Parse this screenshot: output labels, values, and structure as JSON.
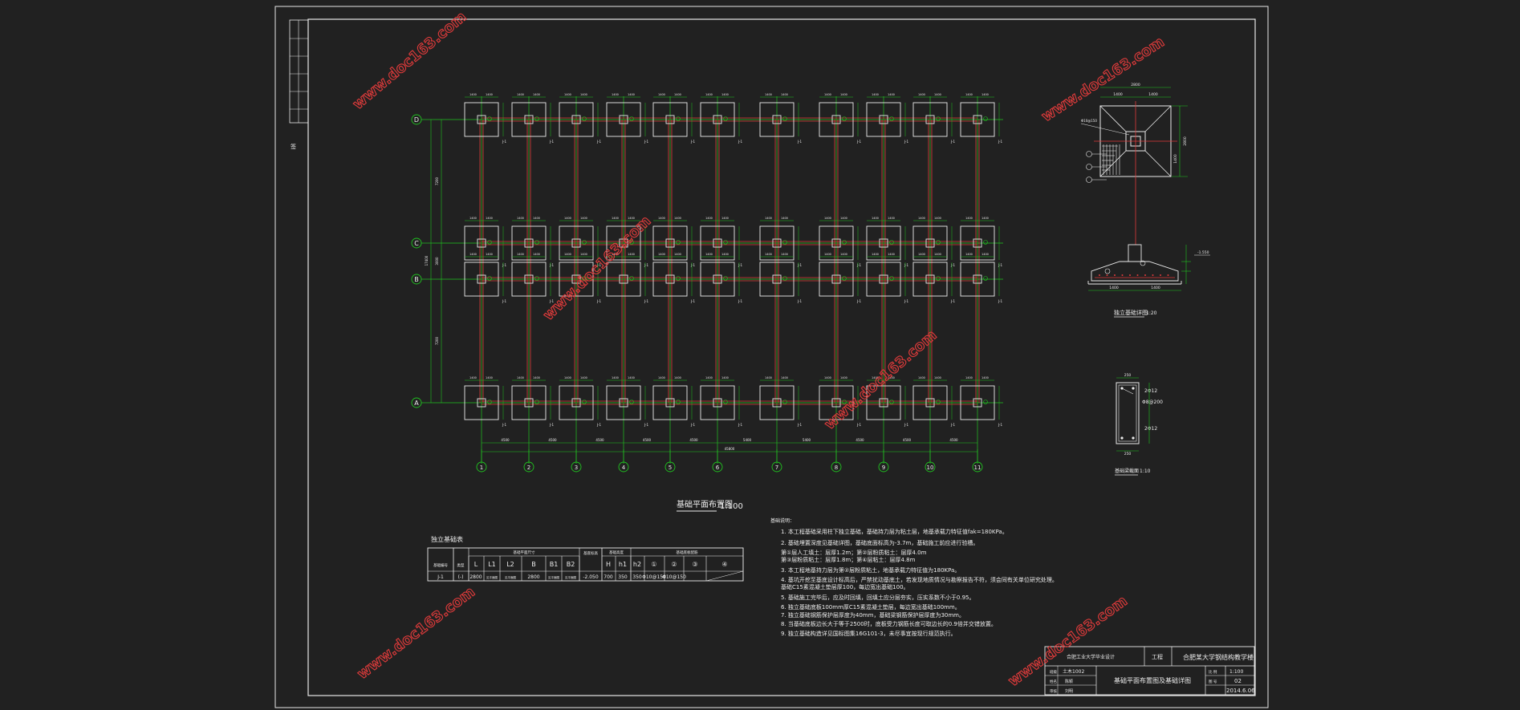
{
  "colors": {
    "background": "#212121",
    "frame": "#e8e8e8",
    "axis": "#21c321",
    "red": "#e03b3b",
    "white": "#ececec",
    "watermark": "#e03b3b"
  },
  "watermark": {
    "text": "www.doc163.com"
  },
  "plan": {
    "title": "基础平面布置图",
    "scale": "1:100",
    "footing_label": "J-1",
    "column_axes": [
      "1",
      "2",
      "3",
      "4",
      "5",
      "6",
      "7",
      "8",
      "9",
      "10",
      "11"
    ],
    "row_axes": [
      "A",
      "B",
      "C",
      "D"
    ],
    "bay_dims": [
      "4500",
      "4500",
      "4500",
      "4500",
      "4500",
      "5400",
      "5400",
      "4500",
      "4500",
      "4500"
    ],
    "total_length": "45800",
    "footing_half_dims": "1400",
    "left_dims": [
      "7200",
      "3000",
      "7200"
    ],
    "left_total": "17400"
  },
  "detail": {
    "plan_top_dim": "2800",
    "plan_half_dims": [
      "1400",
      "1400"
    ],
    "plan_side_dim": "2800",
    "section_title": "独立基础详图",
    "section_scale": "1:20",
    "section_dims": [
      "1400",
      "1400"
    ],
    "elevation": "-1.550",
    "beam_title": "基础梁截面",
    "beam_scale": "1:10",
    "beam_top_rebar": "2Φ12",
    "beam_stirrup": "Φ8@200",
    "beam_bottom_rebar": "2Φ12",
    "beam_width": "250"
  },
  "table": {
    "title": "独立基础表",
    "group_dims": "基础平面尺寸",
    "group_height": "基础高度",
    "group_rebar": "基础底板配筋",
    "headers": [
      "基础编号",
      "类型",
      "L",
      "L1",
      "L2",
      "B",
      "B1",
      "B2",
      "H",
      "h1",
      "h2",
      "①",
      "②",
      "③",
      "④"
    ],
    "elev_header": "基底标高",
    "row": [
      "J-1",
      "(-)",
      "2800",
      "见平面图",
      "见平面图",
      "2800",
      "见平面图",
      "见平面图",
      "-2.050",
      "700",
      "350",
      "350",
      "Φ10@150",
      "Φ10@150",
      ""
    ]
  },
  "notes": {
    "title": "基础说明：",
    "items": [
      "1. 本工程基础采用柱下独立基础，基础持力层为粘土层，地基承载力特征值fak=180KPa。",
      "2. 基础埋置深度见基础详图，基础底面标高为-3.7m，基础施工前应进行验槽。",
      "   第①层人工填土：层厚1.2m；第②层粉质粘土：层厚4.0m",
      "   第③层粉质粘土：层厚1.8m；第④层粘土：层厚4.8m",
      "3. 本工程地基持力层为第②层粉质粘土，地基承载力特征值为180KPa。",
      "4. 基坑开挖至基底设计标高后，严禁扰动基底土，若发现地质情况与勘察报告不符，须会同有关单位研究处理。",
      "   基础C15素混凝土垫层厚100，每边宽出基础100。",
      "5. 基础施工完毕后，应及时回填，回填土应分层夯实，压实系数不小于0.95。",
      "6. 独立基础底板100mm厚C15素混凝土垫层，每边宽出基础100mm。",
      "7. 独立基础钢筋保护层厚度为40mm，基础梁钢筋保护层厚度为30mm。",
      "8. 当基础底板边长大于等于2500时，底板受力钢筋长度可取边长的0.9倍并交错放置。",
      "9. 独立基础构造详见国标图集16G101-3，未尽事宜按现行规范执行。"
    ]
  },
  "title_block": {
    "university": "合肥某大学钢结构教学楼",
    "school": "合肥工业大学毕业设计",
    "drawing_name": "基础平面布置图及基础详图",
    "sheet_label": "图 号",
    "sheet_no": "02",
    "date": "2014.6.06",
    "project_label": "工程",
    "class_label": "班级",
    "student_label": "姓名",
    "reviewer_label": "审核",
    "class_value": "土木1002",
    "checker": "陈颖",
    "reviewer": "刘明",
    "scale_label": "比 例",
    "scale_value": "1:100"
  },
  "left_margin": {
    "label": "签"
  }
}
